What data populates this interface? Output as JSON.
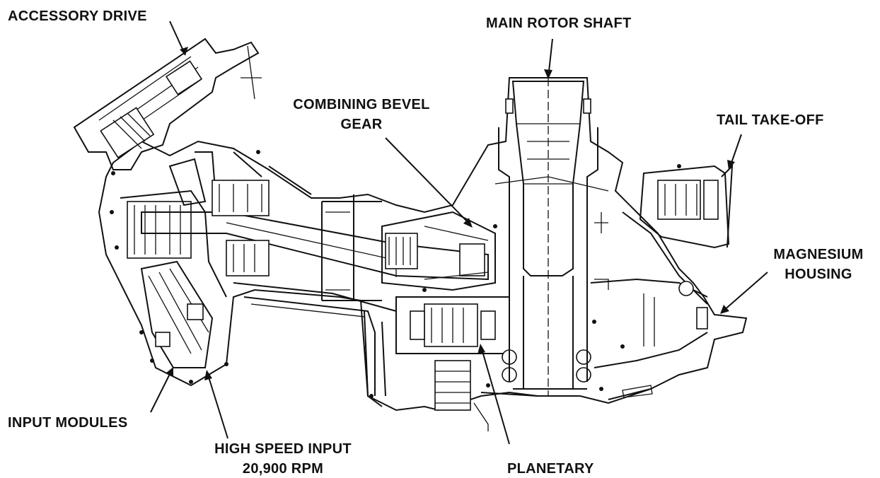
{
  "labels": {
    "accessory_drive": "ACCESSORY DRIVE",
    "main_rotor_shaft": "MAIN ROTOR SHAFT",
    "combining_bevel_gear_1": "COMBINING BEVEL",
    "combining_bevel_gear_2": "GEAR",
    "tail_take_off": "TAIL TAKE-OFF",
    "magnesium_housing_1": "MAGNESIUM",
    "magnesium_housing_2": "HOUSING",
    "input_modules": "INPUT MODULES",
    "high_speed_input_1": "HIGH SPEED INPUT",
    "high_speed_input_2": "20,900 RPM",
    "planetary": "PLANETARY"
  },
  "colors": {
    "ink": "#111111",
    "paper": "#ffffff"
  }
}
